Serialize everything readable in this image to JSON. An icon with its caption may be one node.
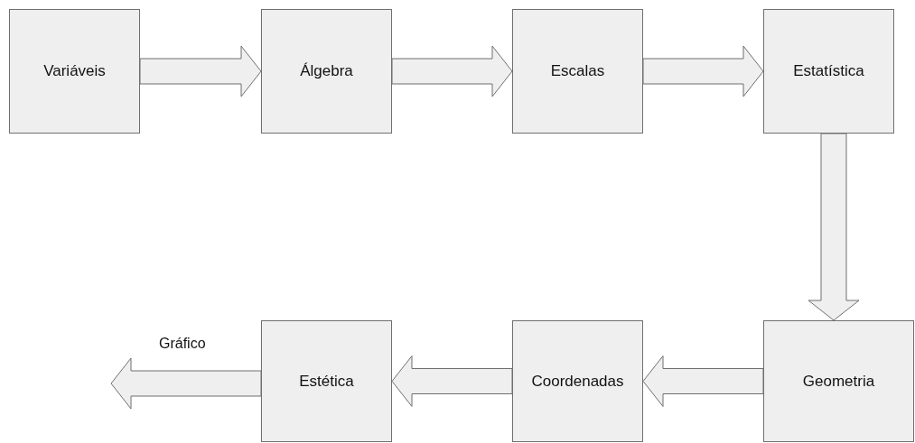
{
  "diagram": {
    "nodes": [
      {
        "text": [
          "Variáveis"
        ]
      },
      {
        "text": [
          "Álgebra"
        ]
      },
      {
        "text": [
          "Escalas"
        ]
      },
      {
        "text": [
          "Estatística"
        ]
      },
      {
        "text": [
          "Geometria"
        ]
      },
      {
        "text": [
          "Coordenadas"
        ]
      },
      {
        "text": [
          "Estética"
        ]
      }
    ],
    "edges": [
      {
        "from": 0,
        "to": 1,
        "arrow": "to"
      },
      {
        "from": 1,
        "to": 2,
        "arrow": "to"
      },
      {
        "from": 2,
        "to": 3,
        "arrow": "to"
      },
      {
        "from": 3,
        "to": 4,
        "arrow": "to"
      },
      {
        "from": 4,
        "to": 5,
        "arrow": "to"
      },
      {
        "from": 5,
        "to": 6,
        "arrow": "to"
      },
      {
        "from": 6,
        "to": null,
        "arrow": "to",
        "label": "Gráfico"
      }
    ]
  }
}
